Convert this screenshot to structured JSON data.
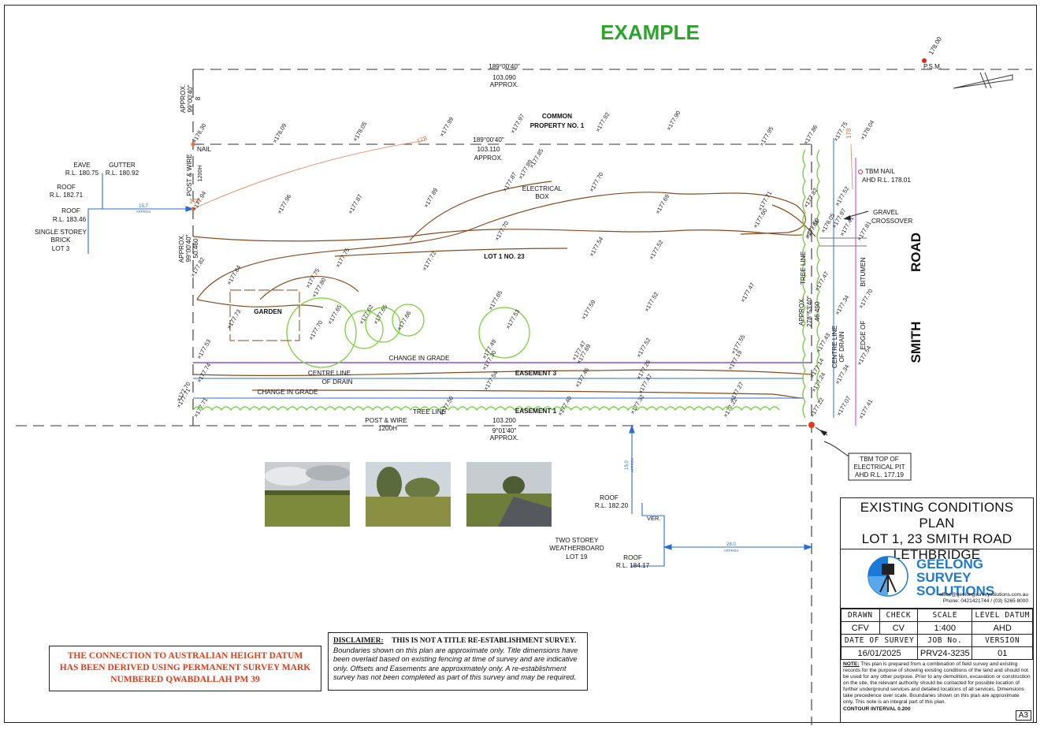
{
  "example": "EXAMPLE",
  "title_lines": [
    "EXISTING CONDITIONS PLAN",
    "LOT 1, 23 SMITH ROAD",
    "LETHBRIDGE"
  ],
  "company": {
    "name_lines": [
      "GEELONG",
      "SURVEY",
      "SOLUTIONS"
    ],
    "email": "office@geelongsurveysolutions.com.au",
    "phone": "Phone: 0421421744 / (03) 5265 8000",
    "brand_color": "#1a7ad6"
  },
  "titleblock": {
    "headers1": [
      "DRAWN",
      "CHECK",
      "SCALE",
      "LEVEL DATUM"
    ],
    "values1": [
      "CFV",
      "CV",
      "1:400",
      "AHD"
    ],
    "headers2": [
      "DATE OF SURVEY",
      "JOB No.",
      "VERSION"
    ],
    "values2": [
      "16/01/2025",
      "PRV24-3235",
      "01"
    ],
    "note_label": "NOTE:",
    "note": "This plan is prepared from a combination of field survey and existing records for the purpose of showing existing conditions of the land and should not be used for any other purpose. Prior to any demolition, excavation or construction on the site, the relevant authority should be contacted for possible location of further underground services and detailed locations of all services. Dimensions take precedence over scale. Boundaries shown on this plan are approximate only. This note is an integral part of this plan.",
    "contour": "CONTOUR INTERVAL 0.200",
    "sheet": "A3"
  },
  "ahd_note": [
    "THE CONNECTION TO AUSTRALIAN HEIGHT DATUM",
    "HAS BEEN DERIVED USING PERMANENT SURVEY MARK",
    "NUMBERED QWABDALLAH PM 39"
  ],
  "disclaimer": {
    "label": "DISCLAIMER:",
    "heading": "THIS IS NOT A TITLE RE-ESTABLISHMENT SURVEY.",
    "body": "Boundaries shown on this plan are approximate only. Title dimensions have been overlaid based on existing fencing at time of survey and are indicative only.   Offsets and Easements are approximately only. A re-establishment survey has not been completed as part of this survey and may be required."
  },
  "plan": {
    "road": [
      "ROAD",
      "SMITH"
    ],
    "north": [
      "178.00",
      "P.S.M."
    ],
    "top_boundary": [
      "189°00'40\"",
      "103.090",
      "APPROX."
    ],
    "mid_boundary": [
      "189°00'40\"",
      "103.110",
      "APPROX."
    ],
    "bottom_boundary": [
      "103.200",
      "9°01'40\"",
      "APPROX."
    ],
    "approx_left_top": [
      "APPROX.",
      "99°00'40\"",
      "8"
    ],
    "approx_left_bottom": [
      "APPROX.",
      "99°00'40\"",
      "50.460"
    ],
    "approx_right": [
      "APPROX.",
      "278°53'40\"",
      "46.490"
    ],
    "common_property": [
      "COMMON",
      "PROPERTY NO. 1"
    ],
    "lot": "LOT 1 NO. 23",
    "garden": "GARDEN",
    "electrical_box": [
      "ELECTRICAL",
      "BOX"
    ],
    "easement3": "EASEMENT 3",
    "easement1": "EASEMENT 1",
    "change_in_grade": "CHANGE  IN  GRADE",
    "change_in_grade2": "CHANGE  IN GRADE",
    "centre_line_drain": [
      "CENTRE  LINE",
      "OF  DRAIN"
    ],
    "centre_line_drain_right": [
      "CENTRE LINE",
      "OF DRAIN"
    ],
    "tree_line": "TREE LINE",
    "tree_line_right": "TREE LINE",
    "post_wire_bottom": [
      "POST  &  WIRE",
      "1200H"
    ],
    "post_wire_left": "POST  &  WIRE",
    "post_wire_left_h": "1200H",
    "nail": "NAIL",
    "edge_of": "EDGE  OF",
    "bitumen": "BITUMEN",
    "gravel_crossover": [
      "GRAVEL",
      "CROSSOVER"
    ],
    "tbm_nail": [
      "TBM NAIL",
      "AHD R.L. 178.01"
    ],
    "tbm_pit": [
      "TBM TOP OF",
      "ELECTRICAL PIT",
      "AHD R.L. 177.19"
    ],
    "left_house": {
      "eave": [
        "EAVE",
        "R.L. 180.75"
      ],
      "gutter": [
        "GUTTER",
        "R.L. 180.92"
      ],
      "roof1": [
        "ROOF",
        "R.L. 182.71"
      ],
      "roof2": [
        "ROOF",
        "R.L. 183.46"
      ],
      "desc": [
        "SINGLE STOREY",
        "BRICK",
        "LOT 3"
      ],
      "offset": "15.7",
      "offset_note": "APPROX"
    },
    "right_house": {
      "roof1": [
        "ROOF",
        "R.L. 182.20"
      ],
      "roof2": [
        "ROOF",
        "R.L. 184.17"
      ],
      "ver": "VER.",
      "desc": [
        "TWO STOREY",
        "WEATHERBOARD",
        "LOT 19"
      ],
      "offset_v": "15.0",
      "offset_h": "28.0",
      "offset_note": "APPROX"
    },
    "contour_labels": [
      {
        "t": "178",
        "c": "#e8703a"
      },
      {
        "t": "178",
        "c": "#e8703a"
      },
      {
        "t": "178",
        "c": "#e8703a"
      }
    ],
    "spot_levels": [
      "178.30",
      "178.09",
      "178.05",
      "177.99",
      "177.97",
      "177.92",
      "177.90",
      "177.95",
      "177.86",
      "177.75",
      "178.04",
      "177.94",
      "177.96",
      "177.87",
      "177.89",
      "177.87",
      "177.89",
      "177.85",
      "177.70",
      "177.69",
      "177.71",
      "177.60",
      "177.82",
      "178.05",
      "177.52",
      "177.50",
      "177.97",
      "177.41",
      "177.81",
      "177.75",
      "177.72",
      "177.70",
      "177.54",
      "177.52",
      "177.82",
      "177.84",
      "177.75",
      "177.80",
      "177.73",
      "177.70",
      "177.65",
      "177.62",
      "177.65",
      "177.66",
      "177.65",
      "177.53",
      "177.59",
      "177.52",
      "177.47",
      "177.69",
      "177.53",
      "177.74",
      "177.71",
      "177.70",
      "177.71",
      "177.50",
      "177.40",
      "177.32",
      "177.54",
      "177.46",
      "177.49",
      "177.47",
      "177.52",
      "177.55",
      "177.30",
      "177.26",
      "177.47",
      "177.19",
      "177.22",
      "177.27",
      "177.43",
      "177.14",
      "177.34",
      "177.24",
      "177.34",
      "177.07",
      "177.22",
      "177.70",
      "177.54",
      "177.41",
      "177.61",
      "177.47"
    ]
  }
}
